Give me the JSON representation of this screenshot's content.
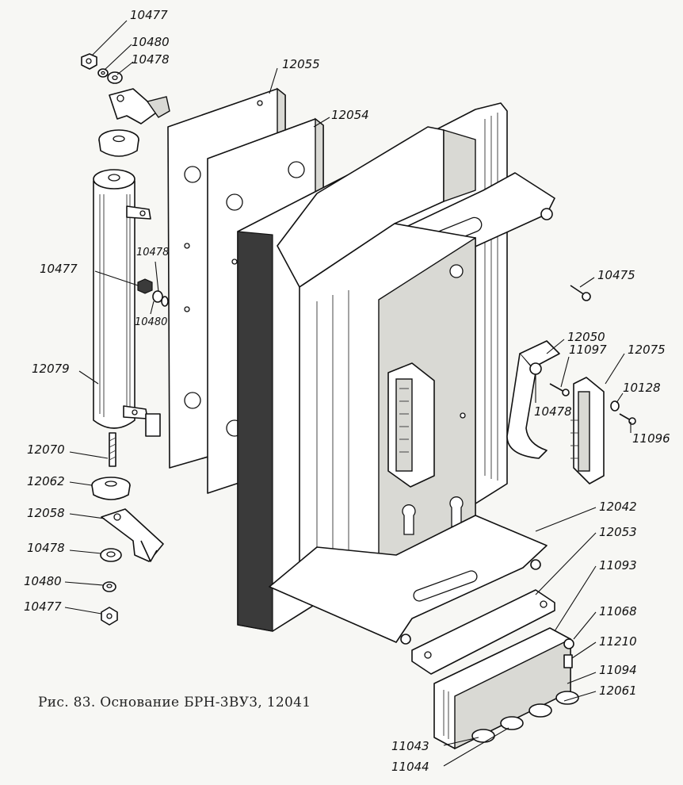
{
  "caption": "Рис. 83. Основание БРН-3ВУ3, 12041",
  "labels": {
    "p10477_top": "10477",
    "p10480_top": "10480",
    "p10478_top": "10478",
    "p12055": "12055",
    "p12054": "12054",
    "p10477_mid": "10477",
    "p10478_mid": "10478",
    "p10480_mid": "10480",
    "p12079": "12079",
    "p12070": "12070",
    "p12062": "12062",
    "p12058": "12058",
    "p10478_bot": "10478",
    "p10480_bot": "10480",
    "p10477_bot": "10477",
    "p10475": "10475",
    "p12050": "12050",
    "p11097": "11097",
    "p12075": "12075",
    "p10128": "10128",
    "p10478_right": "10478",
    "p11096": "11096",
    "p12042": "12042",
    "p12053": "12053",
    "p11093": "11093",
    "p11068": "11068",
    "p11210": "11210",
    "p11094": "11094",
    "p12061": "12061",
    "p11043": "11043",
    "p11044": "11044"
  }
}
